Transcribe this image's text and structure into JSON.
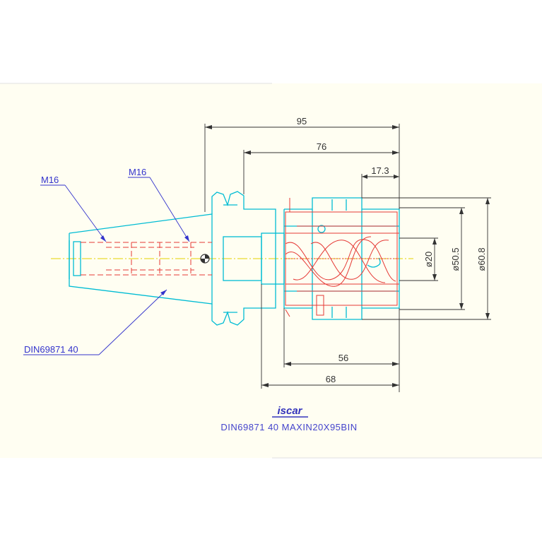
{
  "drawing": {
    "dimensions": {
      "overall_length": "95",
      "length_76": "76",
      "length_17_3": "17.3",
      "length_56": "56",
      "length_68": "68",
      "dia_20": "ø20",
      "dia_50_5": "ø50.5",
      "dia_60_8": "ø60.8"
    },
    "callouts": {
      "thread_left": "M16",
      "thread_right": "M16",
      "taper_standard": "DIN69871  40"
    },
    "logo": {
      "text": "iscar"
    },
    "caption": "DIN69871  40  MAXIN20X95BIN"
  },
  "colors": {
    "outline": "#00bcd4",
    "hidden": "#e53935",
    "dimension": "#333333",
    "callout": "#3333cc",
    "centerline": "#e6d200",
    "background": "#fffef2"
  }
}
